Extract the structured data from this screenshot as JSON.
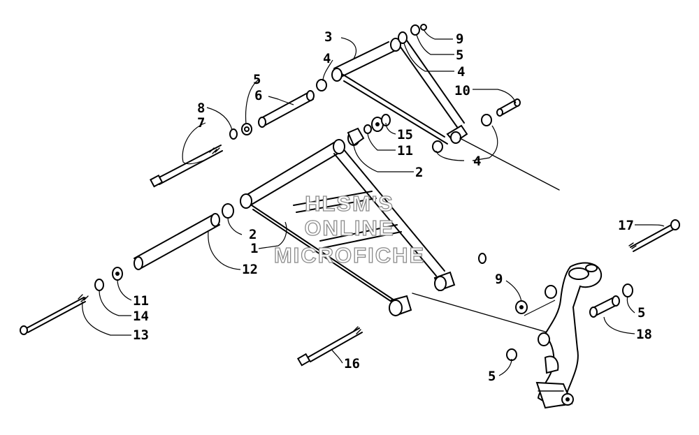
{
  "watermark": {
    "line1": "HLSM'S",
    "line2": "ONLINE",
    "line3": "MICROFICHE"
  },
  "callouts": {
    "c3": "3",
    "c4_top": "4",
    "c9_top": "9",
    "c5_top": "5",
    "c4_upper_right": "4",
    "c10": "10",
    "c5_left": "5",
    "c6": "6",
    "c8": "8",
    "c7": "7",
    "c15": "15",
    "c11_upper": "11",
    "c2_upper": "2",
    "c4_lower": "4",
    "c2_lower": "2",
    "c1": "1",
    "c12": "12",
    "c17": "17",
    "c9_right": "9",
    "c5_right": "5",
    "c18": "18",
    "c5_bottom": "5",
    "c11_lower": "11",
    "c14": "14",
    "c13": "13",
    "c16": "16"
  }
}
